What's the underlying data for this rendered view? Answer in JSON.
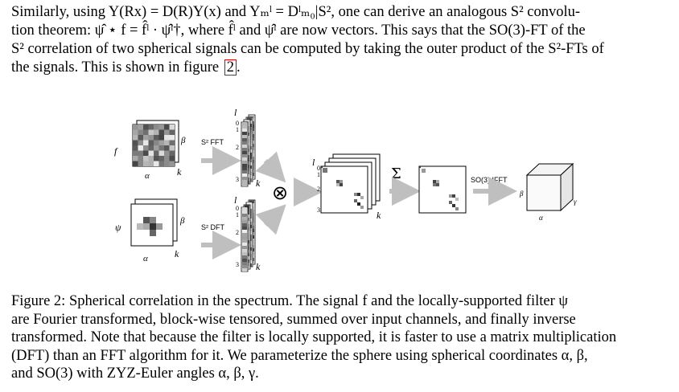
{
  "paragraph": {
    "line1": "Similarly, using Y(Rx) = D(R)Y(x) and Yₘˡ = Dˡₘ₀|S², one can derive an analogous S² convolu-",
    "line2": "tion theorem: ψ̂ ⋆ f = f̂ˡ · ψ̂ˡ†, where f̂ˡ and ψ̂ˡ are now vectors. This says that the SO(3)-FT of the",
    "line3": "S² correlation of two spherical signals can be computed by taking the outer product of the S²-FTs of",
    "line4_text": "the signals. This is shown in figure",
    "line4_ref": "2",
    "line4_end": "."
  },
  "figure": {
    "input_f_label": "f",
    "input_psi_label": "ψ",
    "alpha": "α",
    "beta": "β",
    "gamma": "γ",
    "k": "k",
    "l": "l",
    "fft_label": "S² FFT",
    "dft_label": "S² DFT",
    "tensor_symbol": "⊗",
    "sum_symbol": "Σ",
    "ifft_label": "SO(3) IFFT",
    "l_ticks": [
      "0",
      "1",
      "2",
      "3"
    ]
  },
  "caption": {
    "line1": "Figure 2: Spherical correlation in the spectrum. The signal f and the locally-supported filter ψ",
    "line2": "are Fourier transformed, block-wise tensored, summed over input channels, and finally inverse",
    "line3": "transformed. Note that because the filter is locally supported, it is faster to use a matrix multiplication",
    "line4": "(DFT) than an FFT algorithm for it. We parameterize the sphere using spherical coordinates α, β,",
    "line5": "and SO(3) with ZYZ-Euler angles α, β, γ."
  }
}
